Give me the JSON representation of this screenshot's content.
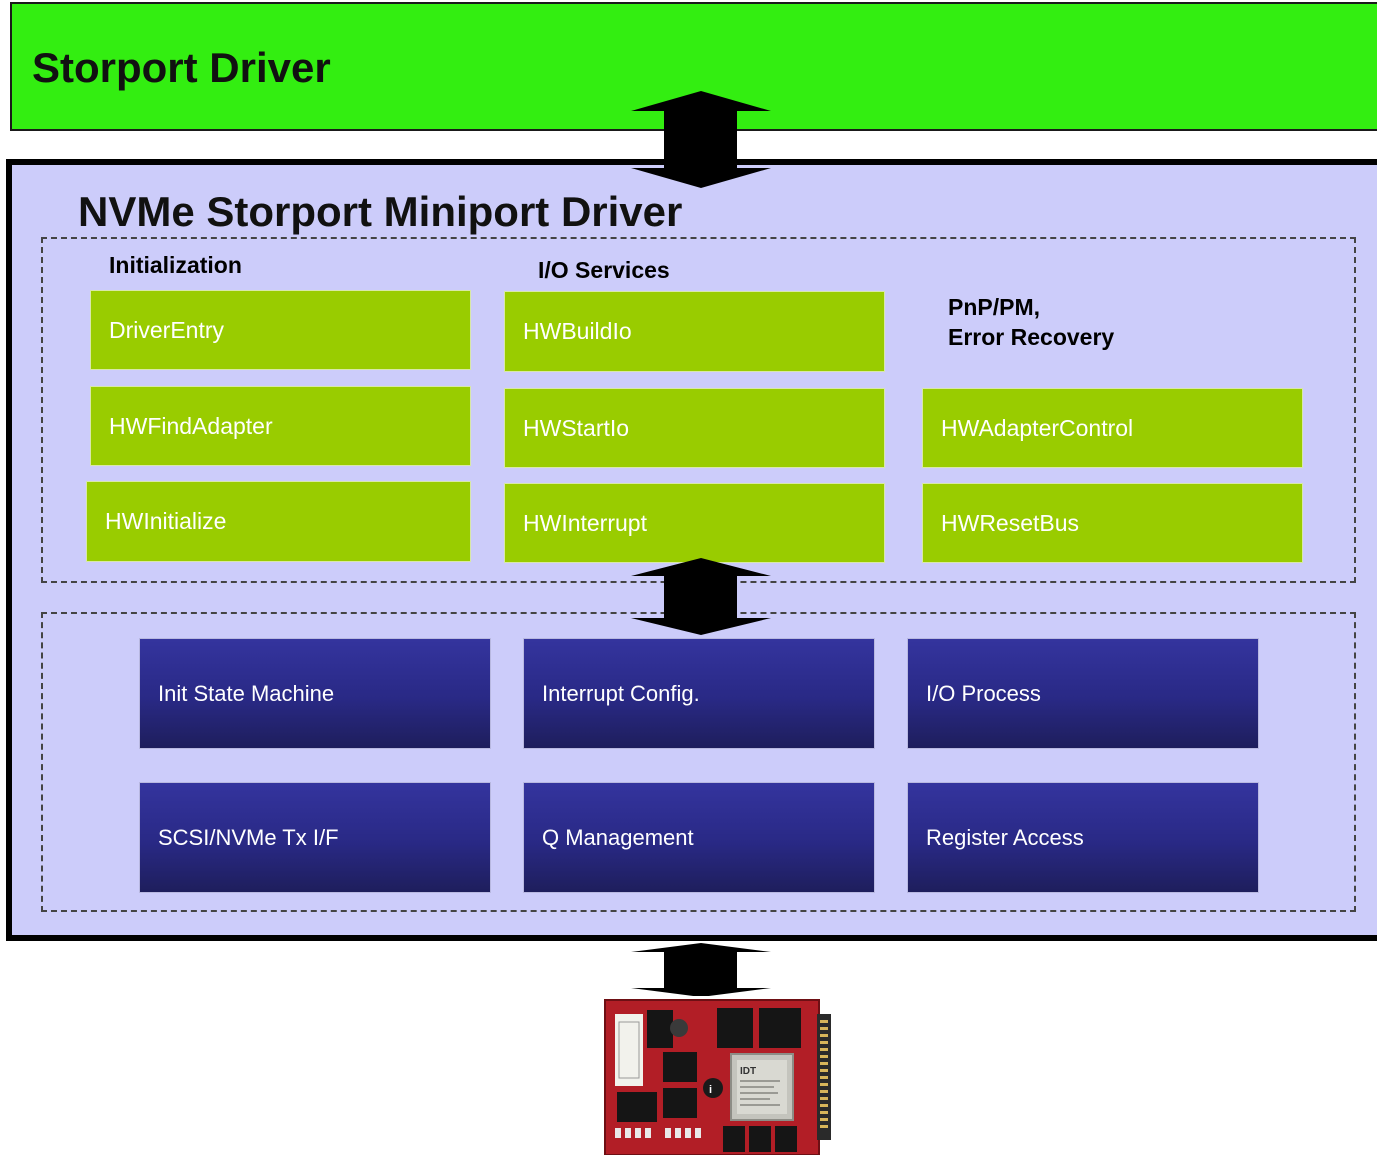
{
  "storport_driver": {
    "title": "Storport Driver"
  },
  "miniport_driver": {
    "title": "NVMe Storport Miniport Driver",
    "columns": [
      {
        "heading": "Initialization",
        "items": [
          "DriverEntry",
          "HWFindAdapter",
          "HWInitialize"
        ]
      },
      {
        "heading": "I/O Services",
        "items": [
          "HWBuildIo",
          "HWStartIo",
          "HWInterrupt"
        ]
      },
      {
        "heading_line1": "PnP/PM,",
        "heading_line2": "Error Recovery",
        "items": [
          "HWAdapterControl",
          "HWResetBus"
        ]
      }
    ],
    "internal_modules": [
      [
        "Init State Machine",
        "Interrupt Config.",
        "I/O Process"
      ],
      [
        "SCSI/NVMe Tx I/F",
        "Q Management",
        "Register Access"
      ]
    ]
  },
  "hardware": {
    "board_logo": "IDT"
  },
  "colors": {
    "storport_green": "#33ee11",
    "miniport_fill": "#ccccfa",
    "function_green": "#99cc00",
    "module_navy": "#292985"
  }
}
